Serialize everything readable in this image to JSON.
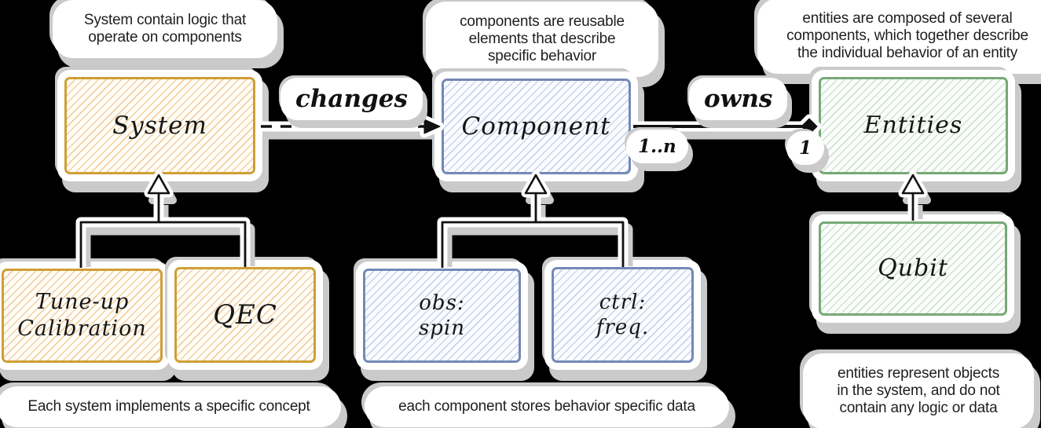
{
  "diagram": {
    "background_color": "#000000",
    "sticker_halo_color": "#ffffff",
    "sticker_shadow_color": "#cacaca",
    "notes": {
      "top_left": "System contain logic that\noperate on components",
      "top_middle": "components are reusable\nelements that describe\nspecific behavior",
      "top_right": "entities are composed of several\ncomponents, which together describe\nthe individual behavior of an entity",
      "bottom_left": "Each system implements a specific concept",
      "bottom_middle": "each component stores behavior specific data",
      "bottom_right": "entities represent objects\nin the system, and do not\ncontain any logic or data"
    },
    "nodes": {
      "system": {
        "label": "System",
        "color": "#cf9f35"
      },
      "component": {
        "label": "Component",
        "color": "#7389b7"
      },
      "entities": {
        "label": "Entities",
        "color": "#76a876"
      },
      "tuneup": {
        "label": "Tune-up\nCalibration",
        "color": "#cf9f35"
      },
      "qec": {
        "label": "QEC",
        "color": "#cf9f35"
      },
      "obs": {
        "label": "obs:\nspin",
        "color": "#7389b7"
      },
      "ctrl": {
        "label": "ctrl:\nfreq.",
        "color": "#7389b7"
      },
      "qubit": {
        "label": "Qubit",
        "color": "#76a876"
      }
    },
    "edges": {
      "changes_label": "changes",
      "owns_label": "owns",
      "component_multiplicity": "1..n",
      "entity_multiplicity": "1"
    }
  }
}
